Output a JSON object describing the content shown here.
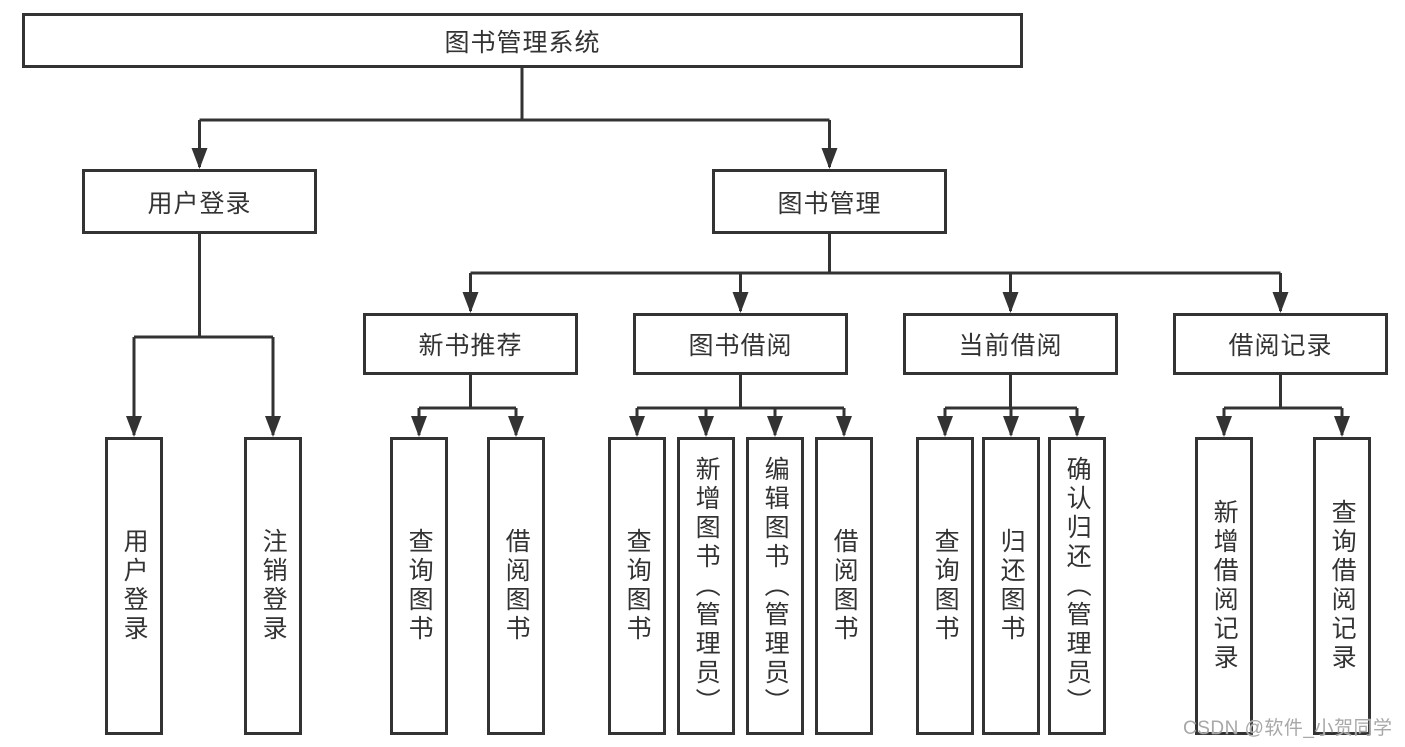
{
  "diagram": {
    "root": {
      "label": "图书管理系统"
    },
    "branches": [
      {
        "label": "用户登录",
        "children": [
          "用户登录",
          "注销登录"
        ]
      },
      {
        "label": "图书管理",
        "sections": [
          {
            "label": "新书推荐",
            "children": [
              "查询图书",
              "借阅图书"
            ]
          },
          {
            "label": "图书借阅",
            "children": [
              "查询图书",
              "新增图书（管理员）",
              "编辑图书（管理员）",
              "借阅图书"
            ]
          },
          {
            "label": "当前借阅",
            "children": [
              "查询图书",
              "归还图书",
              "确认归还（管理员）"
            ]
          },
          {
            "label": "借阅记录",
            "children": [
              "新增借阅记录",
              "查询借阅记录"
            ]
          }
        ]
      }
    ]
  },
  "watermark": {
    "text": "CSDN @软件_小贺同学"
  },
  "colors": {
    "line": "#333333",
    "text": "#333333",
    "background": "#ffffff",
    "watermark": "#a8a8a8"
  }
}
